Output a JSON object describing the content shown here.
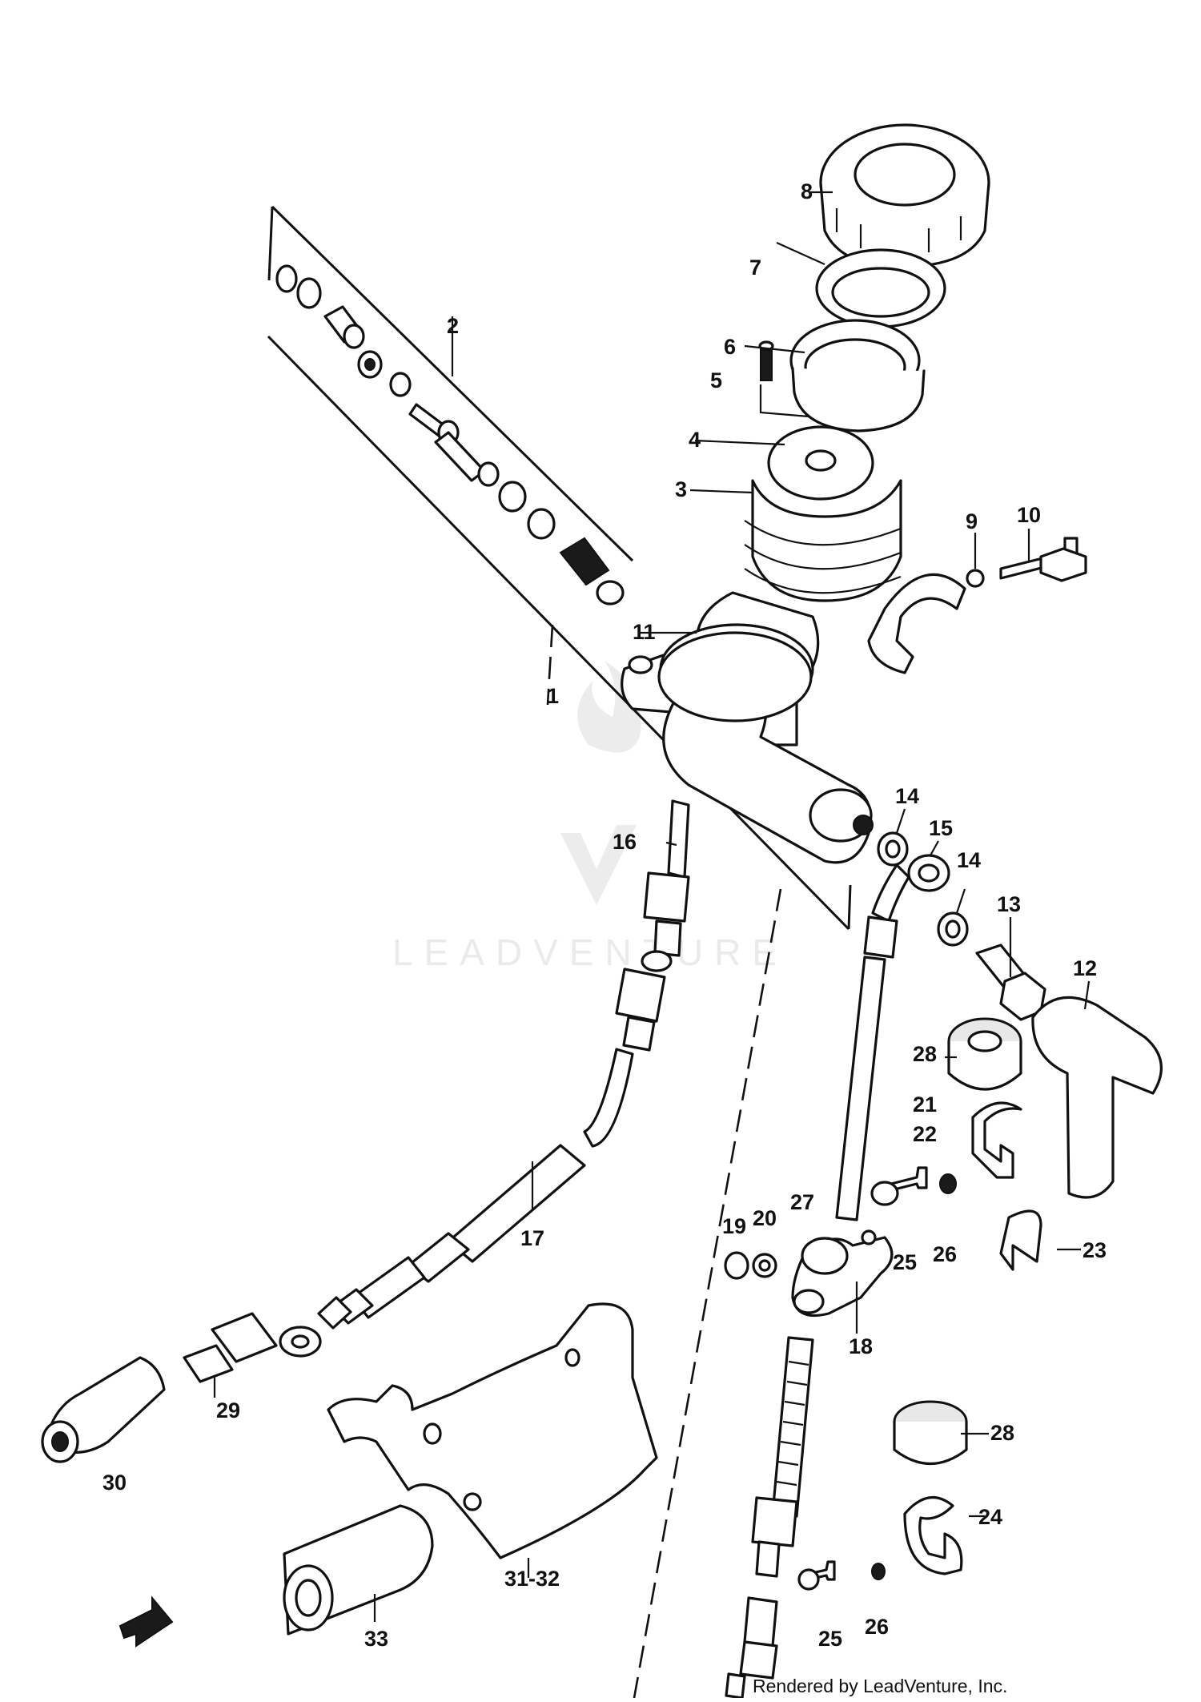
{
  "diagram": {
    "callouts": [
      "1",
      "2",
      "3",
      "4",
      "5",
      "6",
      "7",
      "8",
      "9",
      "10",
      "11",
      "12",
      "13",
      "14",
      "14",
      "15",
      "16",
      "17",
      "18",
      "19",
      "20",
      "21",
      "22",
      "23",
      "24",
      "25",
      "25",
      "26",
      "26",
      "27",
      "28",
      "28",
      "29",
      "30",
      "31-32",
      "33"
    ],
    "watermark": "LEADVENTURE",
    "footer_text": "Rendered by LeadVenture, Inc."
  }
}
